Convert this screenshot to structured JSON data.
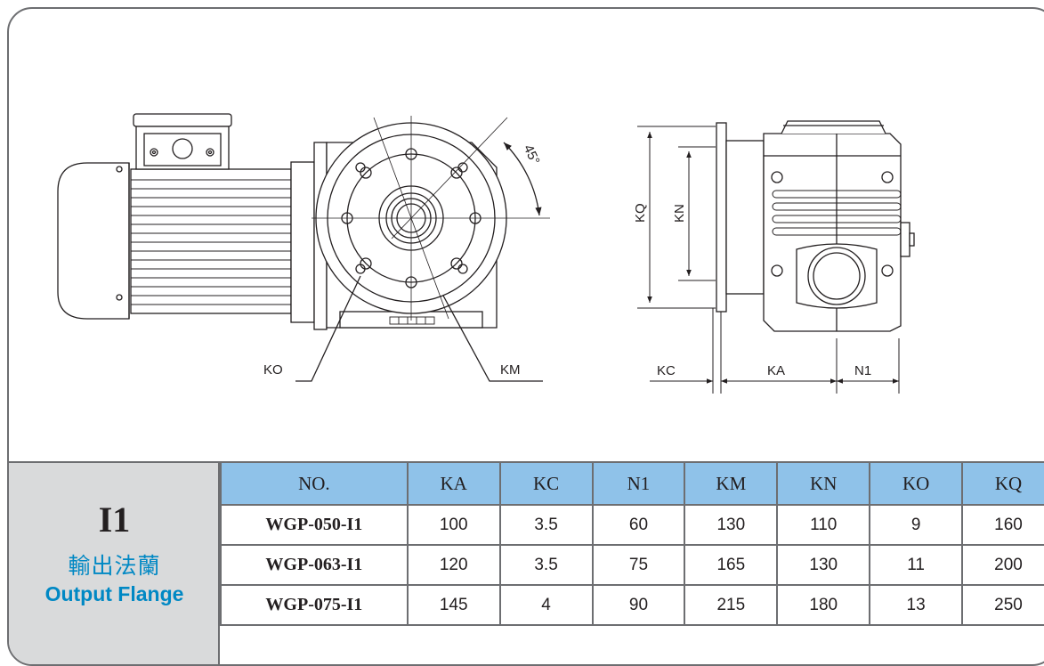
{
  "drawing": {
    "labels": {
      "ko": "KO",
      "km": "KM",
      "angle": "45°",
      "kq": "KQ",
      "kn": "KN",
      "kc": "KC",
      "ka": "KA",
      "n1": "N1"
    }
  },
  "side_panel": {
    "code": "I1",
    "title_zh": "輸出法蘭",
    "title_en": "Output Flange"
  },
  "table": {
    "headers": [
      "NO.",
      "KA",
      "KC",
      "N1",
      "KM",
      "KN",
      "KO",
      "KQ"
    ],
    "rows": [
      [
        "WGP-050-I1",
        "100",
        "3.5",
        "60",
        "130",
        "110",
        "9",
        "160"
      ],
      [
        "WGP-063-I1",
        "120",
        "3.5",
        "75",
        "165",
        "130",
        "11",
        "200"
      ],
      [
        "WGP-075-I1",
        "145",
        "4",
        "90",
        "215",
        "180",
        "13",
        "250"
      ]
    ]
  },
  "colors": {
    "header_fill": "#8fc2e9",
    "side_fill": "#d9dadb",
    "accent_blue": "#0088c4",
    "border": "#6d6e71"
  }
}
